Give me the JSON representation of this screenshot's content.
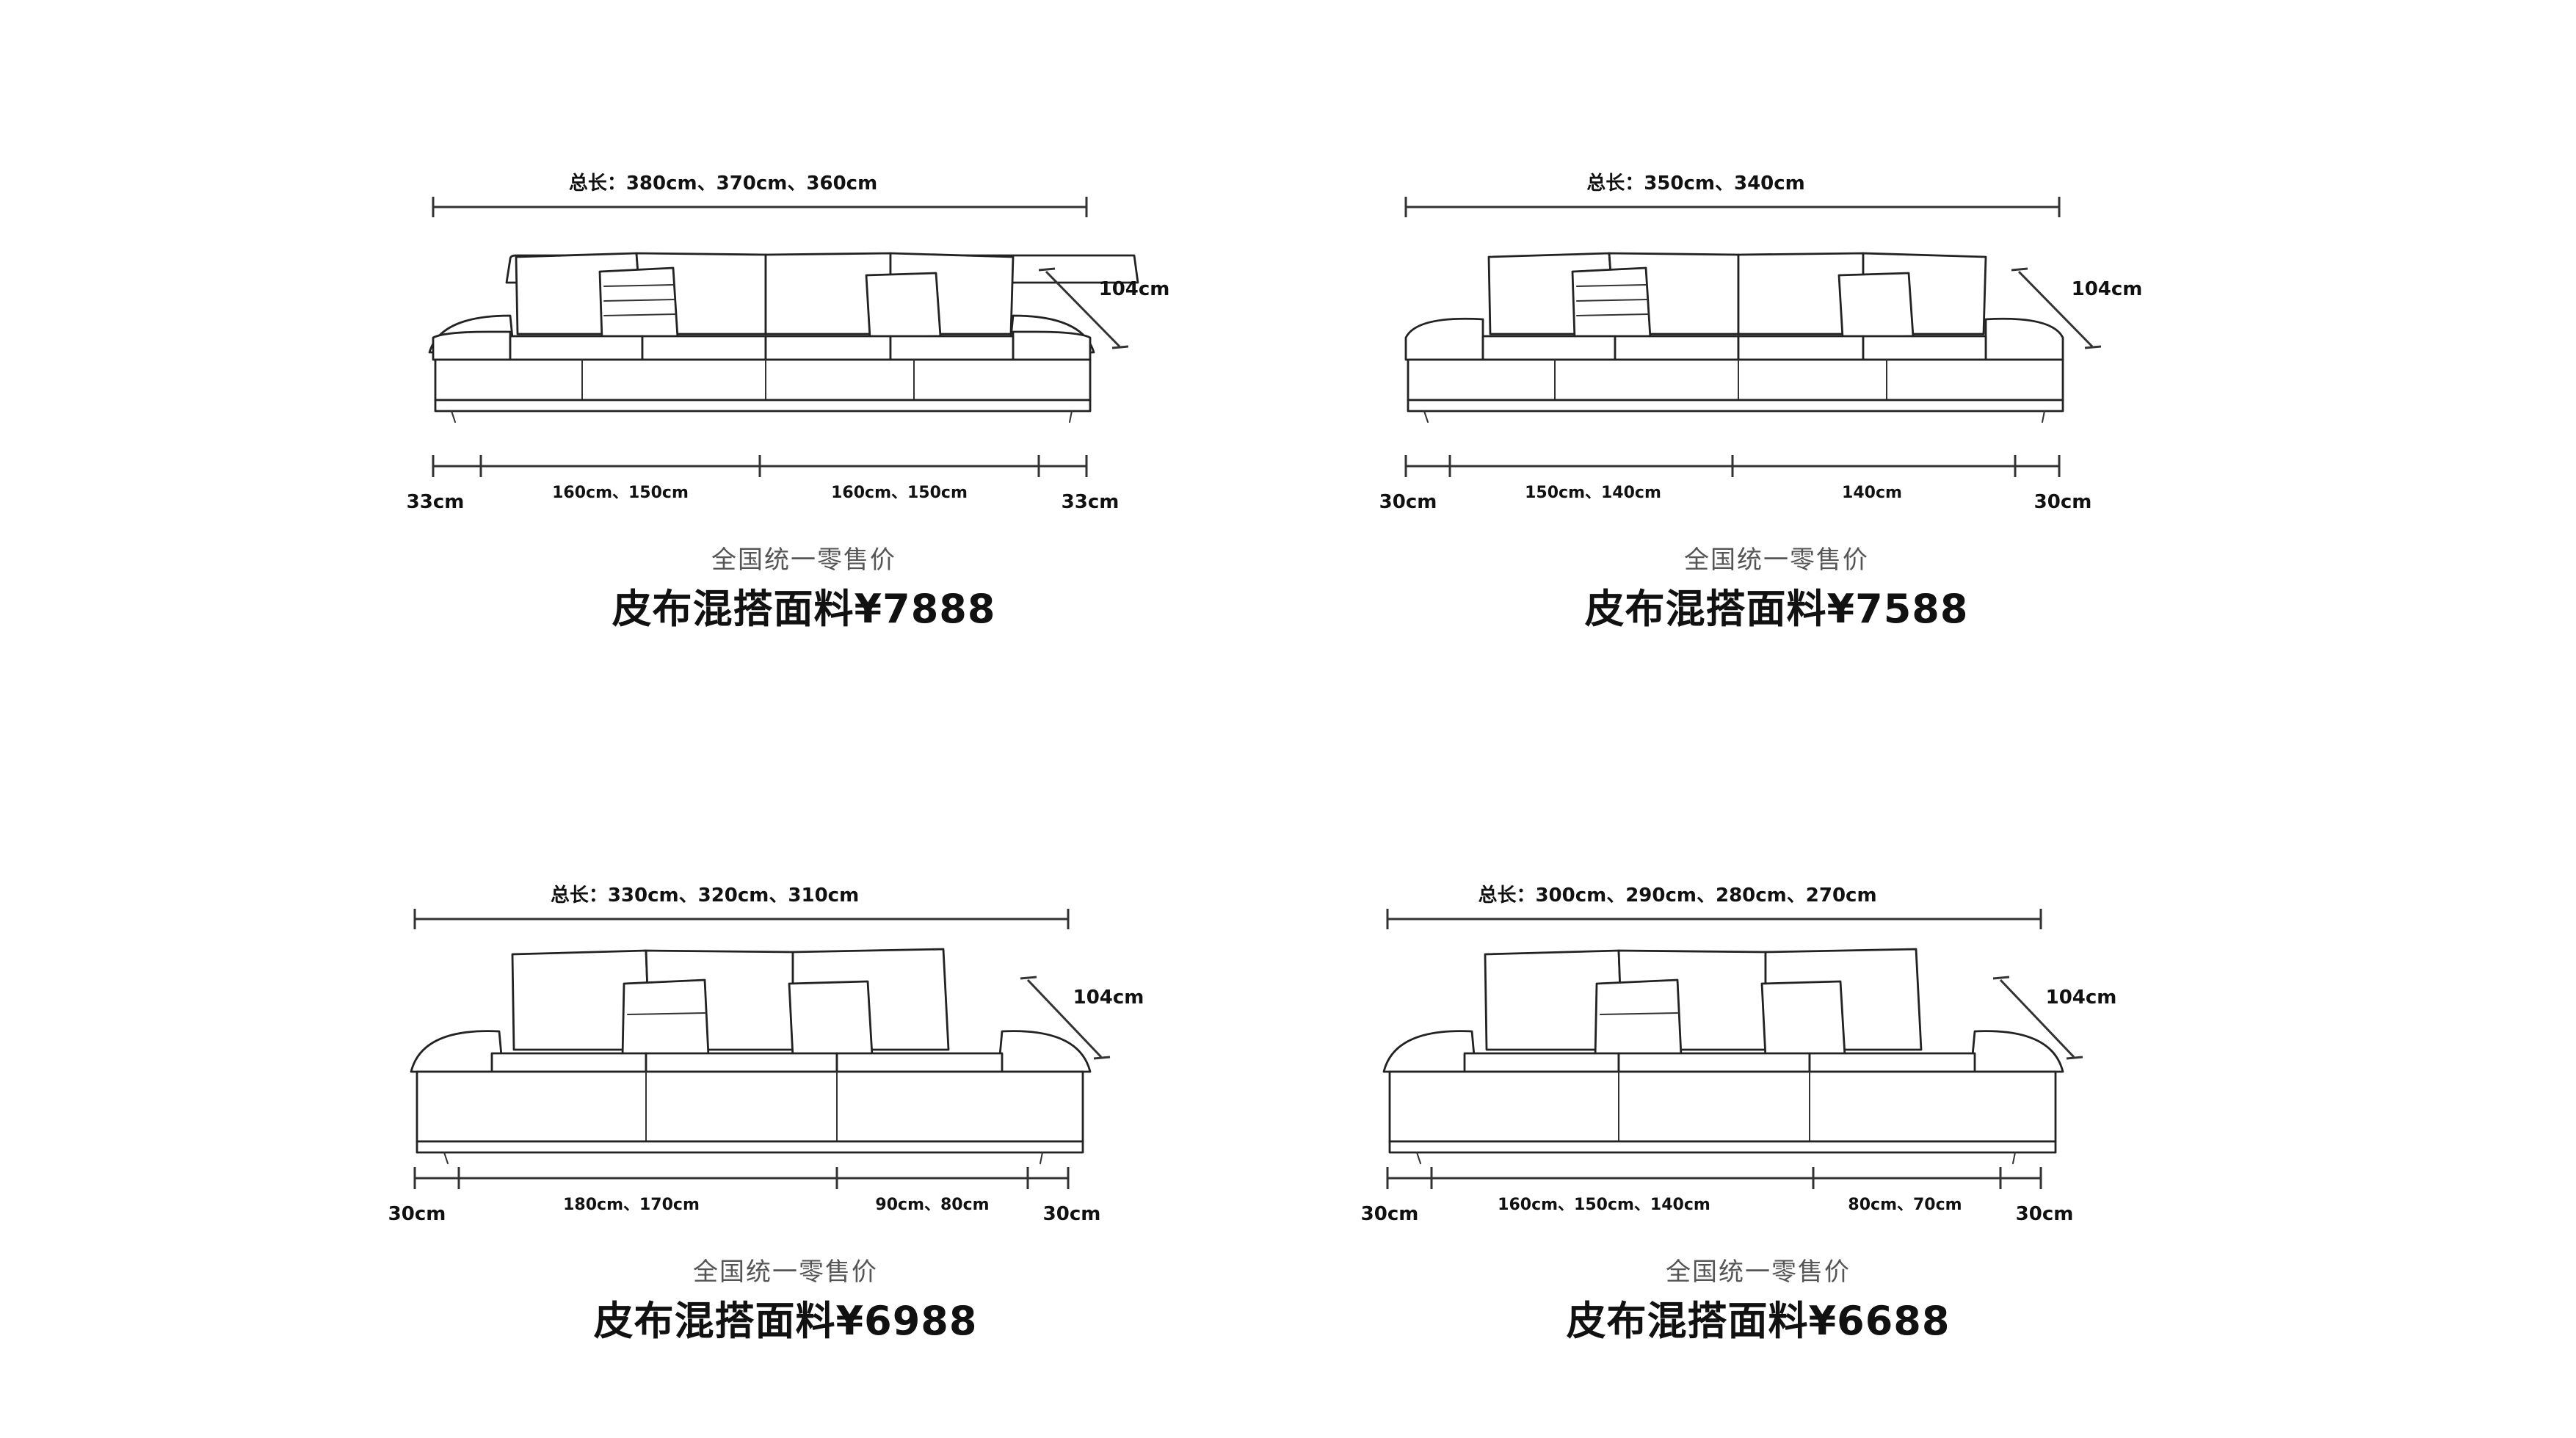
{
  "common": {
    "subtitle": "全国统一零售价",
    "depth": "104cm"
  },
  "panels": [
    {
      "total": "总长：380cm、370cm、360cm",
      "arm_left": "33cm",
      "seg_a": "160cm、150cm",
      "seg_b": "160cm、150cm",
      "arm_right": "33cm",
      "price": "皮布混搭面料¥7888"
    },
    {
      "total": "总长：350cm、340cm",
      "arm_left": "30cm",
      "seg_a": "150cm、140cm",
      "seg_b": "140cm",
      "arm_right": "30cm",
      "price": "皮布混搭面料¥7588"
    },
    {
      "total": "总长：330cm、320cm、310cm",
      "arm_left": "30cm",
      "seg_a": "180cm、170cm",
      "seg_b": "90cm、80cm",
      "arm_right": "30cm",
      "price": "皮布混搭面料¥6988"
    },
    {
      "total": "总长：300cm、290cm、280cm、270cm",
      "arm_left": "30cm",
      "seg_a": "160cm、150cm、140cm",
      "seg_b": "80cm、70cm",
      "arm_right": "30cm",
      "price": "皮布混搭面料¥6688"
    }
  ]
}
